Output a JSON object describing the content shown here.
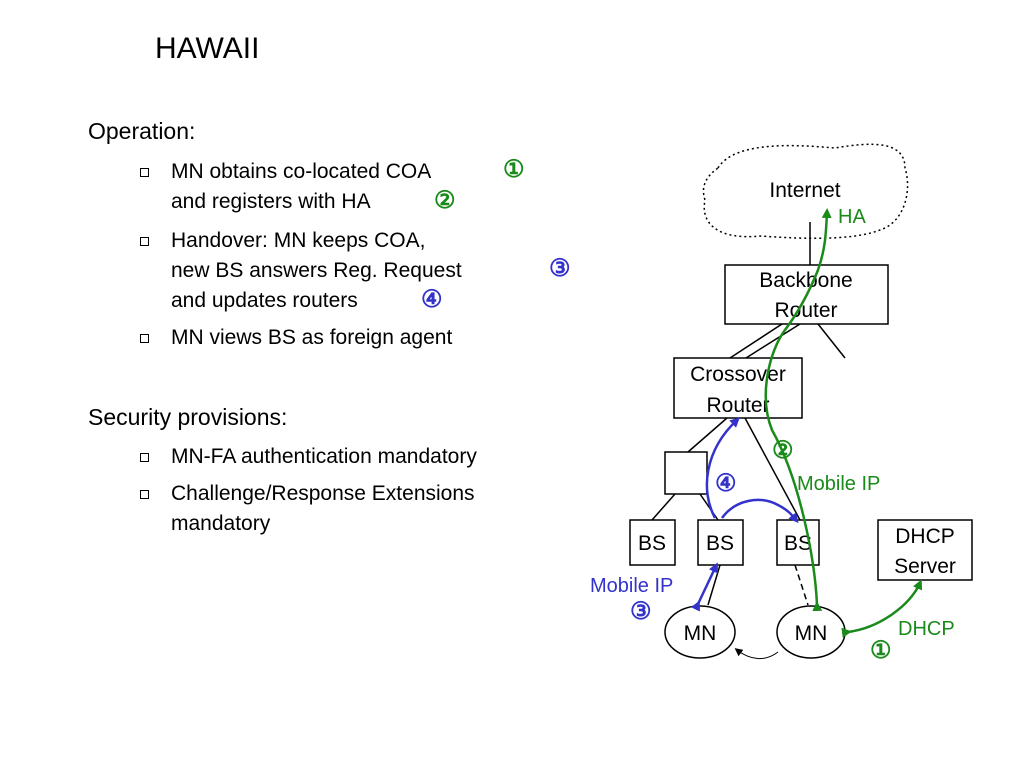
{
  "slide": {
    "title": "HAWAII",
    "operation": {
      "heading": "Operation:",
      "bullets": [
        {
          "lines": [
            "MN obtains co-located COA",
            "and registers with HA"
          ]
        },
        {
          "lines": [
            "Handover: MN keeps COA,",
            "new BS answers Reg. Request",
            "and updates routers"
          ]
        },
        {
          "lines": [
            "MN views BS as foreign agent"
          ]
        }
      ]
    },
    "security": {
      "heading": "Security provisions:",
      "bullets": [
        {
          "lines": [
            "MN-FA authentication mandatory"
          ]
        },
        {
          "lines": [
            "Challenge/Response Extensions",
            "mandatory"
          ]
        }
      ]
    },
    "step_markers": {
      "s1": "①",
      "s2": "②",
      "s3": "③",
      "s4": "④"
    }
  },
  "diagram": {
    "internet": "Internet",
    "ha": "HA",
    "backbone_router": [
      "Backbone",
      "Router"
    ],
    "crossover_router": [
      "Crossover",
      "Router"
    ],
    "bs_label": "BS",
    "mn_label": "MN",
    "dhcp_server": [
      "DHCP",
      "Server"
    ],
    "mobile_ip": "Mobile IP",
    "dhcp": "DHCP",
    "colors": {
      "green": "#1a8a1a",
      "blue": "#3333cc",
      "black": "#000000"
    }
  }
}
